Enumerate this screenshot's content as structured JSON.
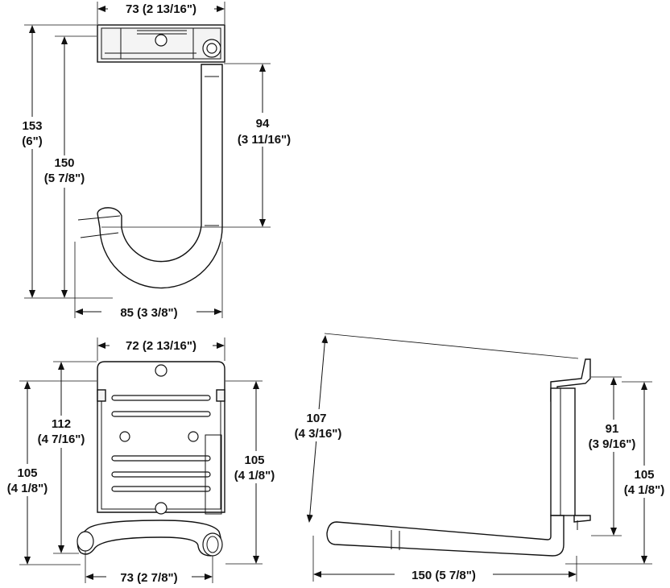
{
  "top_view": {
    "width_label": "73 (2 13/16\")",
    "height_total_mm": "153",
    "height_total_in": "(6\")",
    "height_hook_mm": "150",
    "height_hook_in": "(5 7/8\")",
    "shaft_mm": "94",
    "shaft_in": "(3 11/16\")",
    "reach_label": "85 (3 3/8\")"
  },
  "front_view": {
    "plate_width_label": "72 (2 13/16\")",
    "height_mm": "112",
    "height_in": "(4 7/16\")",
    "left_height_mm": "105",
    "left_height_in": "(4 1/8\")",
    "right_height_mm": "105",
    "right_height_in": "(4 1/8\")",
    "bottom_width_label": "73 (2 7/8\")"
  },
  "side_view": {
    "diag_mm": "107",
    "diag_in": "(4 3/16\")",
    "inner_mm": "91",
    "inner_in": "(3 9/16\")",
    "outer_mm": "105",
    "outer_in": "(4 1/8\")",
    "length_label": "150 (5 7/8\")"
  }
}
